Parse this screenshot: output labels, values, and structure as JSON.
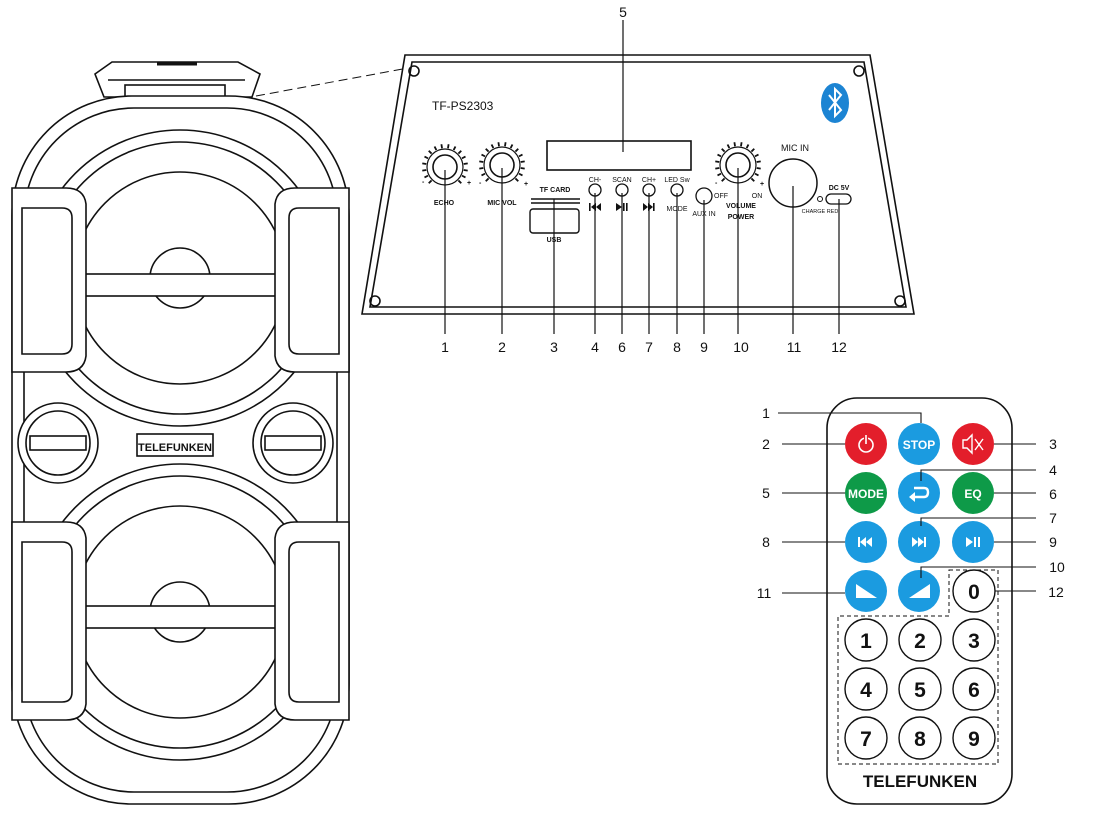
{
  "speaker": {
    "brand": "TELEFUNKEN"
  },
  "panel": {
    "model": "TF-PS2303",
    "knob_echo": "ECHO",
    "knob_mic_vol": "MIC VOL",
    "tf_card": "TF CARD",
    "usb": "USB",
    "btn_ch_minus": "CH-",
    "btn_scan": "SCAN",
    "btn_ch_plus": "CH+",
    "btn_led_sw": "LED Sw",
    "mode": "MODE",
    "aux_in": "AUX IN",
    "off": "OFF",
    "on": "ON",
    "volume": "VOLUME",
    "power": "POWER",
    "mic_in": "MIC IN",
    "dc": "DC 5V",
    "charge_red": "CHARGE RED",
    "minus": "-",
    "plus": "+",
    "callouts": [
      "1",
      "2",
      "3",
      "4",
      "6",
      "7",
      "8",
      "9",
      "10",
      "11",
      "12"
    ],
    "top_callout": "5"
  },
  "remote": {
    "brand": "TELEFUNKEN",
    "stop": "STOP",
    "mode": "MODE",
    "eq": "EQ",
    "digits": [
      "0",
      "1",
      "2",
      "3",
      "4",
      "5",
      "6",
      "7",
      "8",
      "9"
    ],
    "callouts_left": [
      "2",
      "5",
      "8",
      "11"
    ],
    "callouts_right": [
      "1",
      "3",
      "4",
      "6",
      "7",
      "9",
      "10",
      "12"
    ]
  },
  "colors": {
    "red": "#e31e2b",
    "blue": "#1b9be0",
    "green": "#0e9a48",
    "bluetooth": "#1c84d3"
  }
}
